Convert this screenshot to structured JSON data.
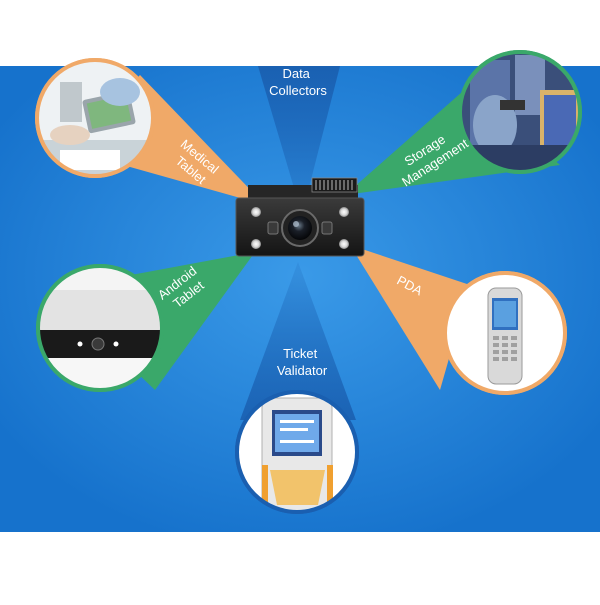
{
  "banner": {
    "background_color": "#1f7fd8",
    "center_device": "barcode-scanner-engine-module",
    "applications": [
      {
        "label_lines": [
          "Data",
          "Collectors"
        ],
        "beam_color": "#1a5fb0"
      },
      {
        "label_lines": [
          "Medical",
          "Tablet"
        ],
        "beam_color": "#f0a968"
      },
      {
        "label_lines": [
          "Storage",
          "Management"
        ],
        "beam_color": "#3aa86a"
      },
      {
        "label_lines": [
          "Android",
          "Tablet"
        ],
        "beam_color": "#3aa86a"
      },
      {
        "label_lines": [
          "PDA"
        ],
        "beam_color": "#f0a968"
      },
      {
        "label_lines": [
          "Ticket",
          "Validator"
        ],
        "beam_color": "#1a5fb0"
      }
    ]
  }
}
